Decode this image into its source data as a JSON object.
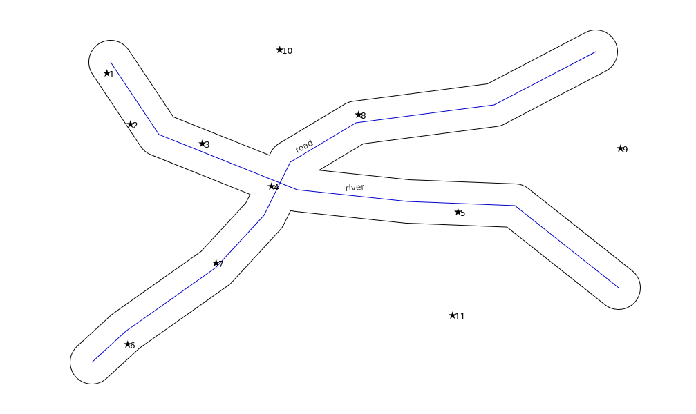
{
  "map": {
    "colors": {
      "background": "#ffffff",
      "buffer_outline": "#000000",
      "centerline": "#0000cc",
      "marker": "#000000"
    },
    "marker_icon": "star-icon",
    "marker_glyph": "★",
    "features": [
      {
        "id": "river",
        "label": "river"
      },
      {
        "id": "road",
        "label": "road"
      }
    ],
    "points": [
      {
        "id": "1",
        "label": "1"
      },
      {
        "id": "2",
        "label": "2"
      },
      {
        "id": "3",
        "label": "3"
      },
      {
        "id": "4",
        "label": "4"
      },
      {
        "id": "5",
        "label": "5"
      },
      {
        "id": "6",
        "label": "6"
      },
      {
        "id": "7",
        "label": "7"
      },
      {
        "id": "8",
        "label": "8"
      },
      {
        "id": "9",
        "label": "9"
      },
      {
        "id": "10",
        "label": "10"
      },
      {
        "id": "11",
        "label": "11"
      }
    ]
  }
}
